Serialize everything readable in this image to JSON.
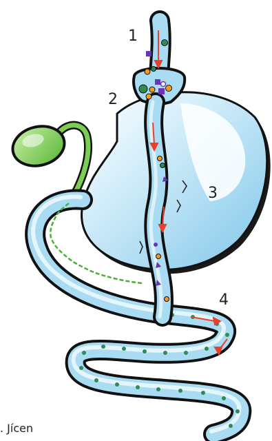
{
  "labels": {
    "l1": "1",
    "l2": "2",
    "l3": "3",
    "l4": "4"
  },
  "caption": ". Jícen",
  "colors": {
    "organ_fill": "#a9dcf3",
    "organ_highlight": "#ffffff",
    "outline": "#111111",
    "gallbladder": "#7ccd54",
    "bile_line": "#4caf3a",
    "arrow": "#e8402a",
    "dot_green": "#2e8b57",
    "dot_orange": "#f39a1f",
    "dot_purple": "#6a35b5"
  }
}
